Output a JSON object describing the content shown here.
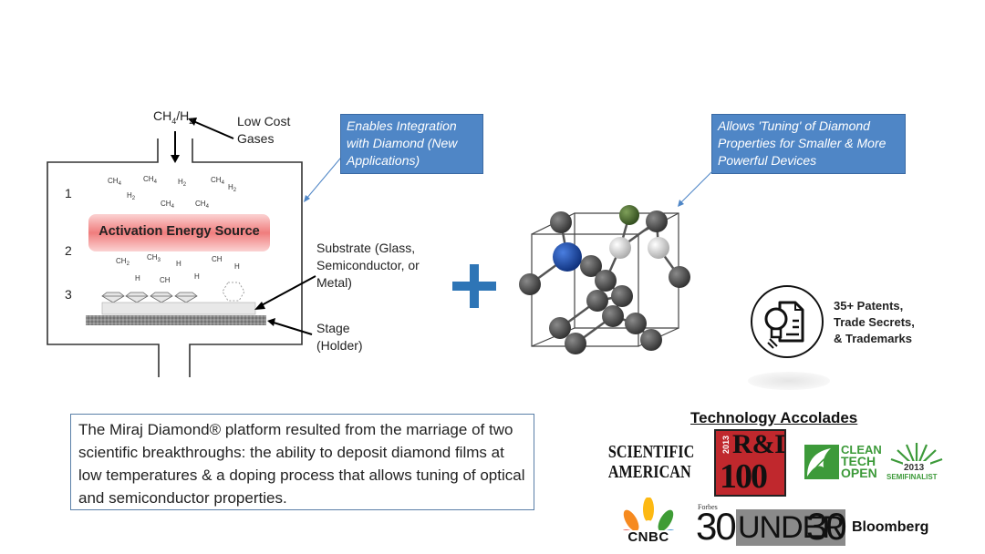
{
  "reactor": {
    "gas_formula": "CH4/H2",
    "gas_label": "Low Cost Gases",
    "stage_numbers": [
      "1",
      "2",
      "3"
    ],
    "activation_label": "Activation Energy Source",
    "substrate_label": "Substrate (Glass, Semiconductor, or Metal)",
    "stage_label": "Stage (Holder)",
    "region1_species": [
      "CH4",
      "CH4",
      "H2",
      "CH4",
      "H2",
      "H2",
      "CH4",
      "CH4"
    ],
    "region2_species": [
      "CH2",
      "CH3",
      "H",
      "CH",
      "H",
      "CH",
      "H",
      "H"
    ]
  },
  "callouts": {
    "integration": "Enables Integration with Diamond (New Applications)",
    "tuning": "Allows 'Tuning' of Diamond Properties for Smaller & More Powerful Devices"
  },
  "plus_symbol": "+",
  "patents": {
    "line1": "35+ Patents,",
    "line2": "Trade Secrets,",
    "line3": "& Trademarks"
  },
  "description": "The Miraj Diamond® platform resulted from the marriage of two scientific breakthroughs: the ability to deposit diamond films at low temperatures & a doping process that allows tuning of optical and semiconductor properties.",
  "accolades": {
    "title": "Technology Accolades",
    "scientific_american": [
      "SCIENTIFIC",
      "AMERICAN"
    ],
    "rd100": {
      "year": "2013",
      "r_and_d": "R&D",
      "hundred": "100"
    },
    "cleantech": {
      "clean": "CLEAN",
      "tech": "TECH",
      "open": "OPEN",
      "year": "2013",
      "semifinalist": "SEMIFINALIST"
    },
    "cnbc": "CNBC",
    "forbes": {
      "forbes": "Forbes",
      "thirty": "30",
      "under": "UNDER",
      "thirty2": "30"
    },
    "bloomberg": "Bloomberg"
  },
  "colors": {
    "callout_bg": "#4f86c6",
    "plus": "#2e75b6",
    "activation_red": "#f07d7d",
    "rd100_red": "#c0282d",
    "cleantech_green": "#3d9a3a"
  }
}
